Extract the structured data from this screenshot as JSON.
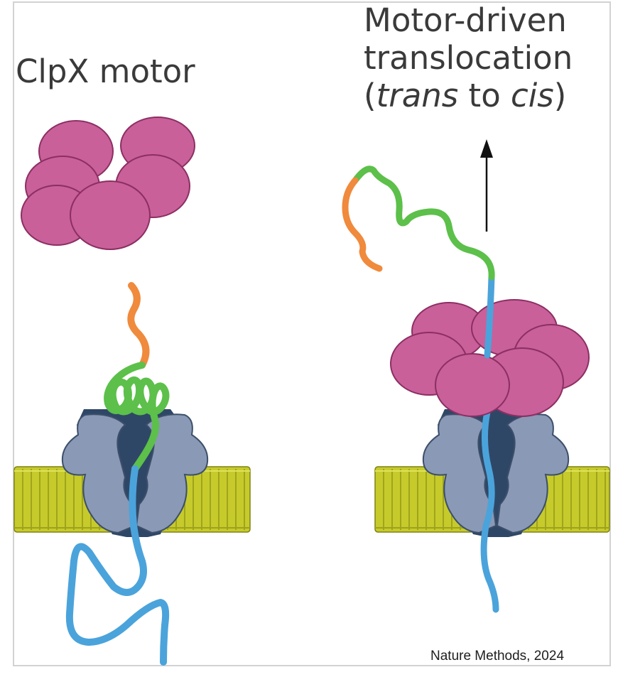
{
  "panels": {
    "left": {
      "title": "ClpX motor"
    },
    "right": {
      "title_line1": "Motor-driven",
      "title_line2": "translocation",
      "title_line3_open": "(",
      "title_line3_trans": "trans",
      "title_line3_middle": " to ",
      "title_line3_cis": "cis",
      "title_line3_close": ")"
    }
  },
  "credit": "Nature Methods, 2024",
  "colors": {
    "clpx_motor": "#c9609a",
    "clpx_outline": "#8c2f63",
    "membrane": "#c6cb2b",
    "pore_outer": "#8a99b5",
    "pore_inner": "#2f4766",
    "substrate_tag": "#f08a3c",
    "folded_domain": "#5cc04a",
    "translocated_strand": "#4ba3db"
  }
}
